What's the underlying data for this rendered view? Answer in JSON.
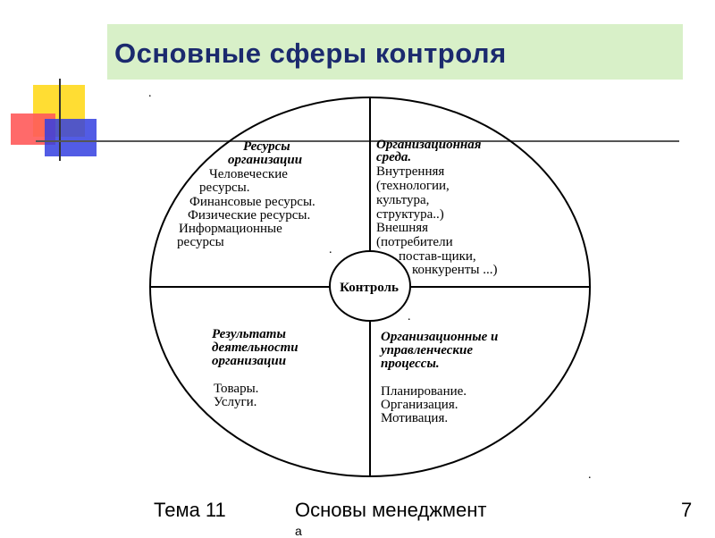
{
  "title": "Основные сферы контроля",
  "center": "Контроль",
  "quadrants": {
    "top_left": {
      "heading": [
        "Ресурсы",
        "организации"
      ],
      "lines": [
        "Человеческие",
        "ресурсы.",
        "Финансовые ресурсы.",
        "Физические ресурсы.",
        "Информационные",
        "ресурсы"
      ]
    },
    "top_right": {
      "heading": [
        "Организационная",
        "среда."
      ],
      "lines": [
        "Внутренняя",
        "(технологии,",
        "культура,",
        "структура..)",
        "Внешняя",
        "(потребители",
        "постав-щики,",
        "конкуренты ...)"
      ]
    },
    "bottom_left": {
      "heading": [
        "Результаты",
        "деятельности",
        "организации"
      ],
      "lines": [
        "Товары.",
        "Услуги."
      ]
    },
    "bottom_right": {
      "heading": [
        "Организационные и",
        "управленческие",
        "процессы."
      ],
      "lines": [
        "Планирование.",
        "Организация.",
        "Мотивация."
      ]
    }
  },
  "footer": {
    "left": "Тема 11",
    "center": "Основы менеджмент",
    "center_cont": "а",
    "page": "7"
  }
}
